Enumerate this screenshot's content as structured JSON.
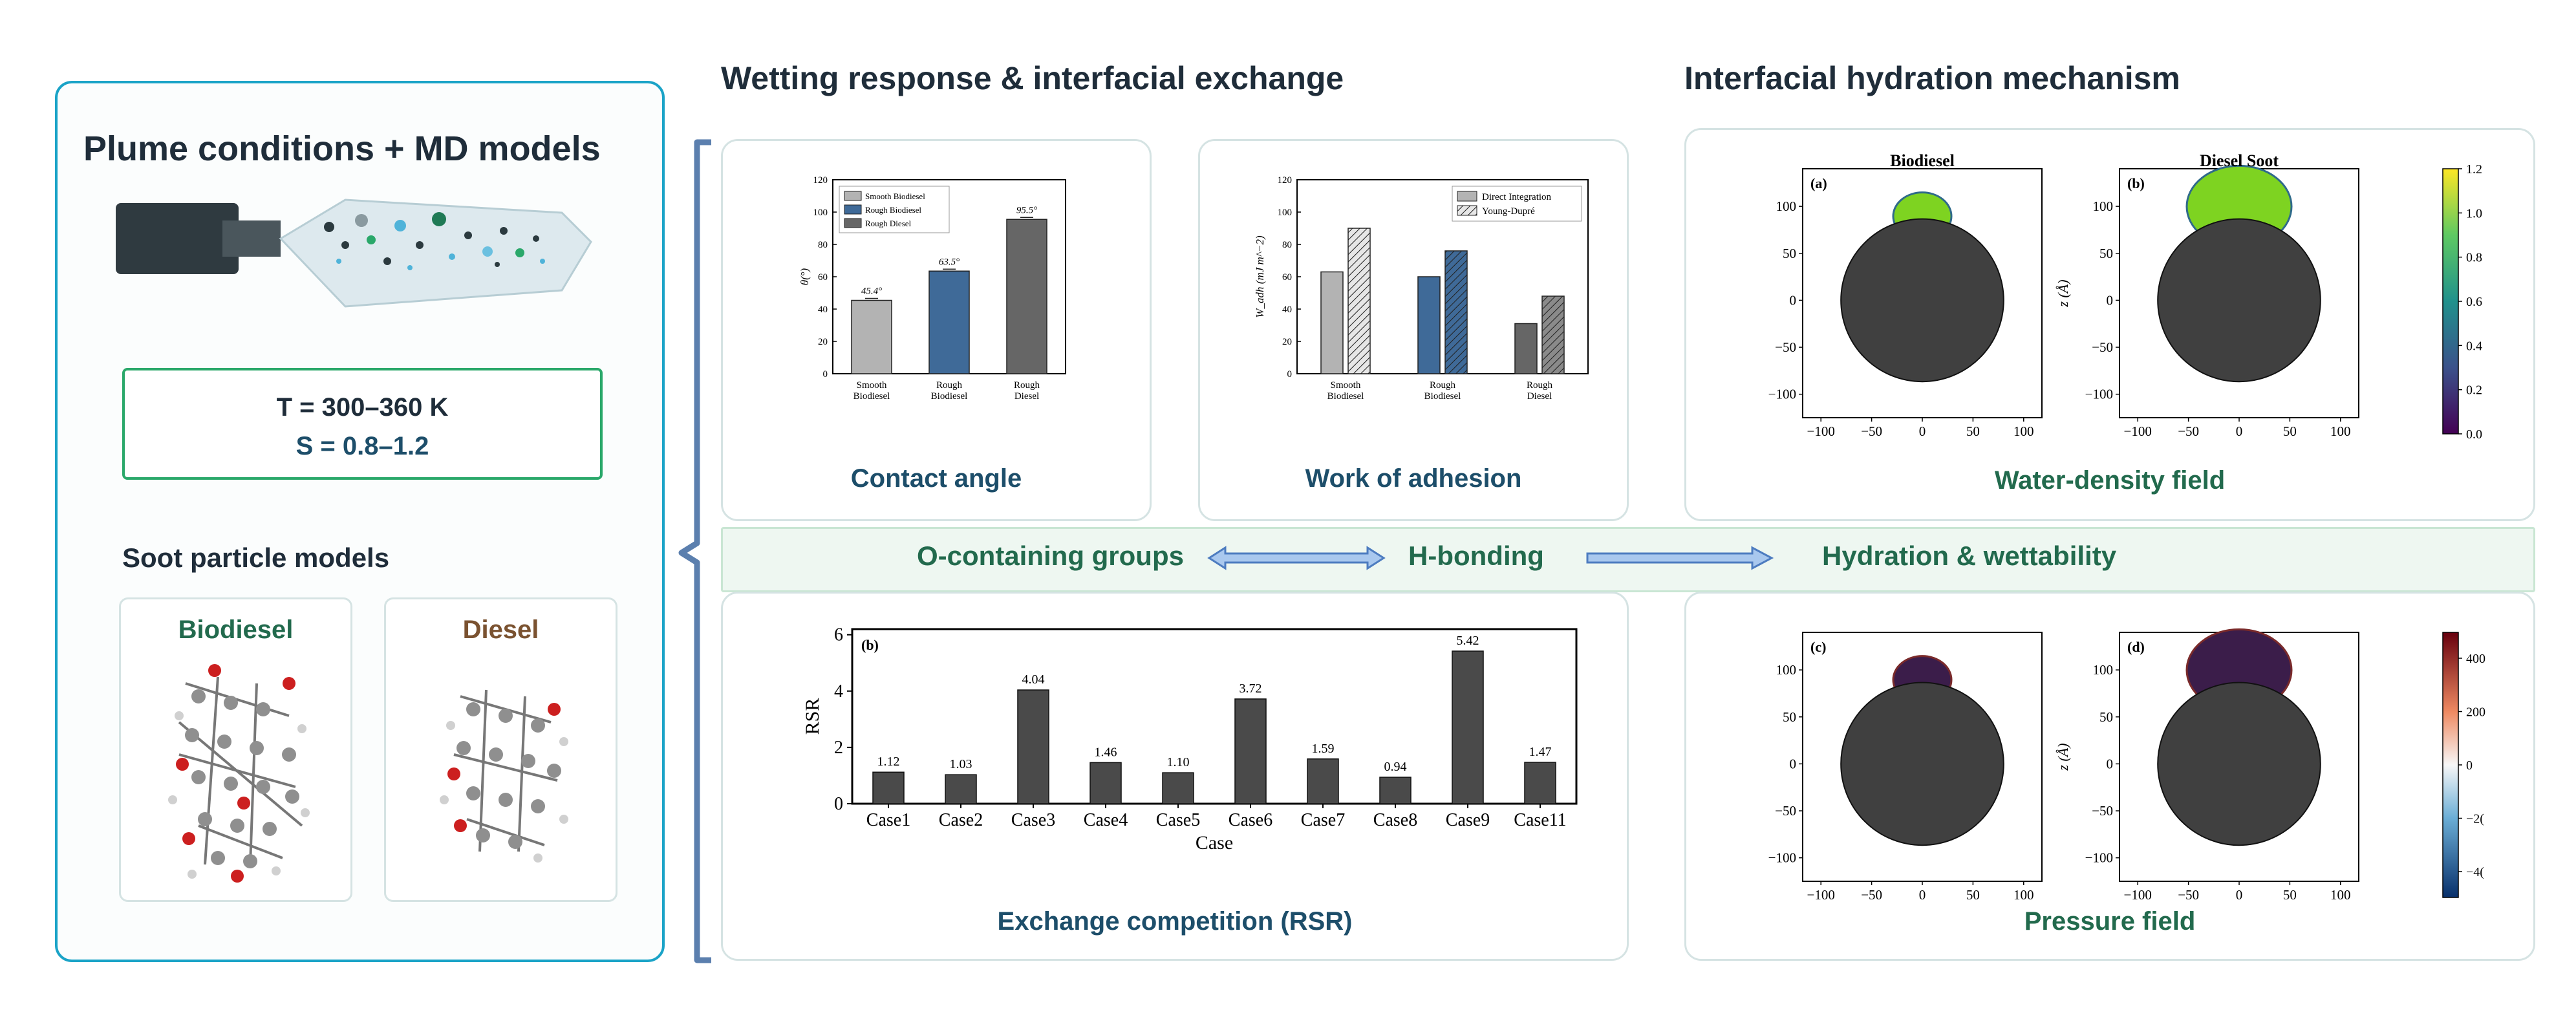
{
  "left": {
    "title": "Plume conditions + MD models",
    "conditions": {
      "temperature": "T = 300–360 K",
      "saturation": "S = 0.8–1.2"
    },
    "soot_title": "Soot particle models",
    "soot_biodiesel": "Biodiesel",
    "soot_diesel": "Diesel"
  },
  "sections": {
    "wetting": "Wetting response & interfacial exchange",
    "hydration": "Interfacial hydration mechanism"
  },
  "captions": {
    "contact_angle": "Contact angle",
    "work_of_adhesion": "Work of adhesion",
    "water_density": "Water-density field",
    "exchange": "Exchange competition (RSR)",
    "pressure": "Pressure field"
  },
  "band": {
    "o_groups": "O-containing groups",
    "h_bonding": "H-bonding",
    "hydration": "Hydration & wettability"
  },
  "colors": {
    "accent_blue": "#1aa3c7",
    "accent_green": "#2aa86a",
    "smooth_biodiesel": "#b3b3b3",
    "rough_biodiesel": "#3f6a98",
    "rough_diesel": "#666666",
    "rsr_bar": "#4a4a4a",
    "bracket": "#5b7fae"
  },
  "chart_data": [
    {
      "type": "bar",
      "ylabel": "θ(°)",
      "ylim": [
        0,
        120
      ],
      "yticks": [
        0,
        20,
        40,
        60,
        80,
        100,
        120
      ],
      "categories": [
        [
          "Smooth",
          "Biodiesel"
        ],
        [
          "Rough",
          "Biodiesel"
        ],
        [
          "Rough",
          "Diesel"
        ]
      ],
      "values": [
        45.4,
        63.5,
        95.5
      ],
      "value_labels": [
        "45.4°",
        "63.5°",
        "95.5°"
      ],
      "legend": [
        "Smooth Biodiesel",
        "Rough Biodiesel",
        "Rough Diesel"
      ],
      "legend_position": "top-left"
    },
    {
      "type": "bar",
      "ylabel": "W_adh (mJ m^−2)",
      "ylim": [
        0,
        120
      ],
      "yticks": [
        0,
        20,
        40,
        60,
        80,
        100,
        120
      ],
      "categories": [
        [
          "Smooth",
          "Biodiesel"
        ],
        [
          "Rough",
          "Biodiesel"
        ],
        [
          "Rough",
          "Diesel"
        ]
      ],
      "series": [
        {
          "name": "Direct Integration",
          "values": [
            63,
            60,
            31
          ]
        },
        {
          "name": "Young-Dupré",
          "values": [
            90,
            76,
            48
          ]
        }
      ],
      "legend_position": "top-right"
    },
    {
      "type": "bar",
      "panel_label": "(b)",
      "xlabel": "Case",
      "ylabel": "RSR",
      "ylim": [
        0,
        6.2
      ],
      "yticks": [
        0,
        2,
        4,
        6
      ],
      "categories": [
        "Case1",
        "Case2",
        "Case3",
        "Case4",
        "Case5",
        "Case6",
        "Case7",
        "Case8",
        "Case9",
        "Case11"
      ],
      "values": [
        1.12,
        1.03,
        4.04,
        1.46,
        1.1,
        3.72,
        1.59,
        0.94,
        5.42,
        1.47
      ],
      "value_labels": [
        "1.12",
        "1.03",
        "4.04",
        "1.46",
        "1.10",
        "3.72",
        "1.59",
        "0.94",
        "5.42",
        "1.47"
      ]
    },
    {
      "type": "heatmap",
      "maps": [
        {
          "panel_label": "(a)",
          "title": "Biodiesel",
          "cap_height": 35,
          "cap_width": 30
        },
        {
          "panel_label": "(b)",
          "title": "Diesel Soot",
          "cap_height": 60,
          "cap_width": 54,
          "ylabel": "z (Å)"
        }
      ],
      "xticks": [
        "−100",
        "−50",
        "0",
        "50",
        "100"
      ],
      "yticks": [
        "100",
        "50",
        "0",
        "−50",
        "−100"
      ],
      "colorbar_ticks": [
        "1.2",
        "1.0",
        "0.8",
        "0.6",
        "0.4",
        "0.2",
        "0.0"
      ]
    },
    {
      "type": "heatmap",
      "maps": [
        {
          "panel_label": "(c)",
          "cap_height": 35,
          "cap_width": 30
        },
        {
          "panel_label": "(d)",
          "cap_height": 60,
          "cap_width": 54,
          "ylabel": "z (Å)"
        }
      ],
      "xticks": [
        "−100",
        "−50",
        "0",
        "50",
        "100"
      ],
      "yticks": [
        "100",
        "50",
        "0",
        "−50",
        "−100"
      ],
      "colorbar_ticks": [
        "400",
        "200",
        "0",
        "−2(",
        "−4("
      ]
    }
  ]
}
